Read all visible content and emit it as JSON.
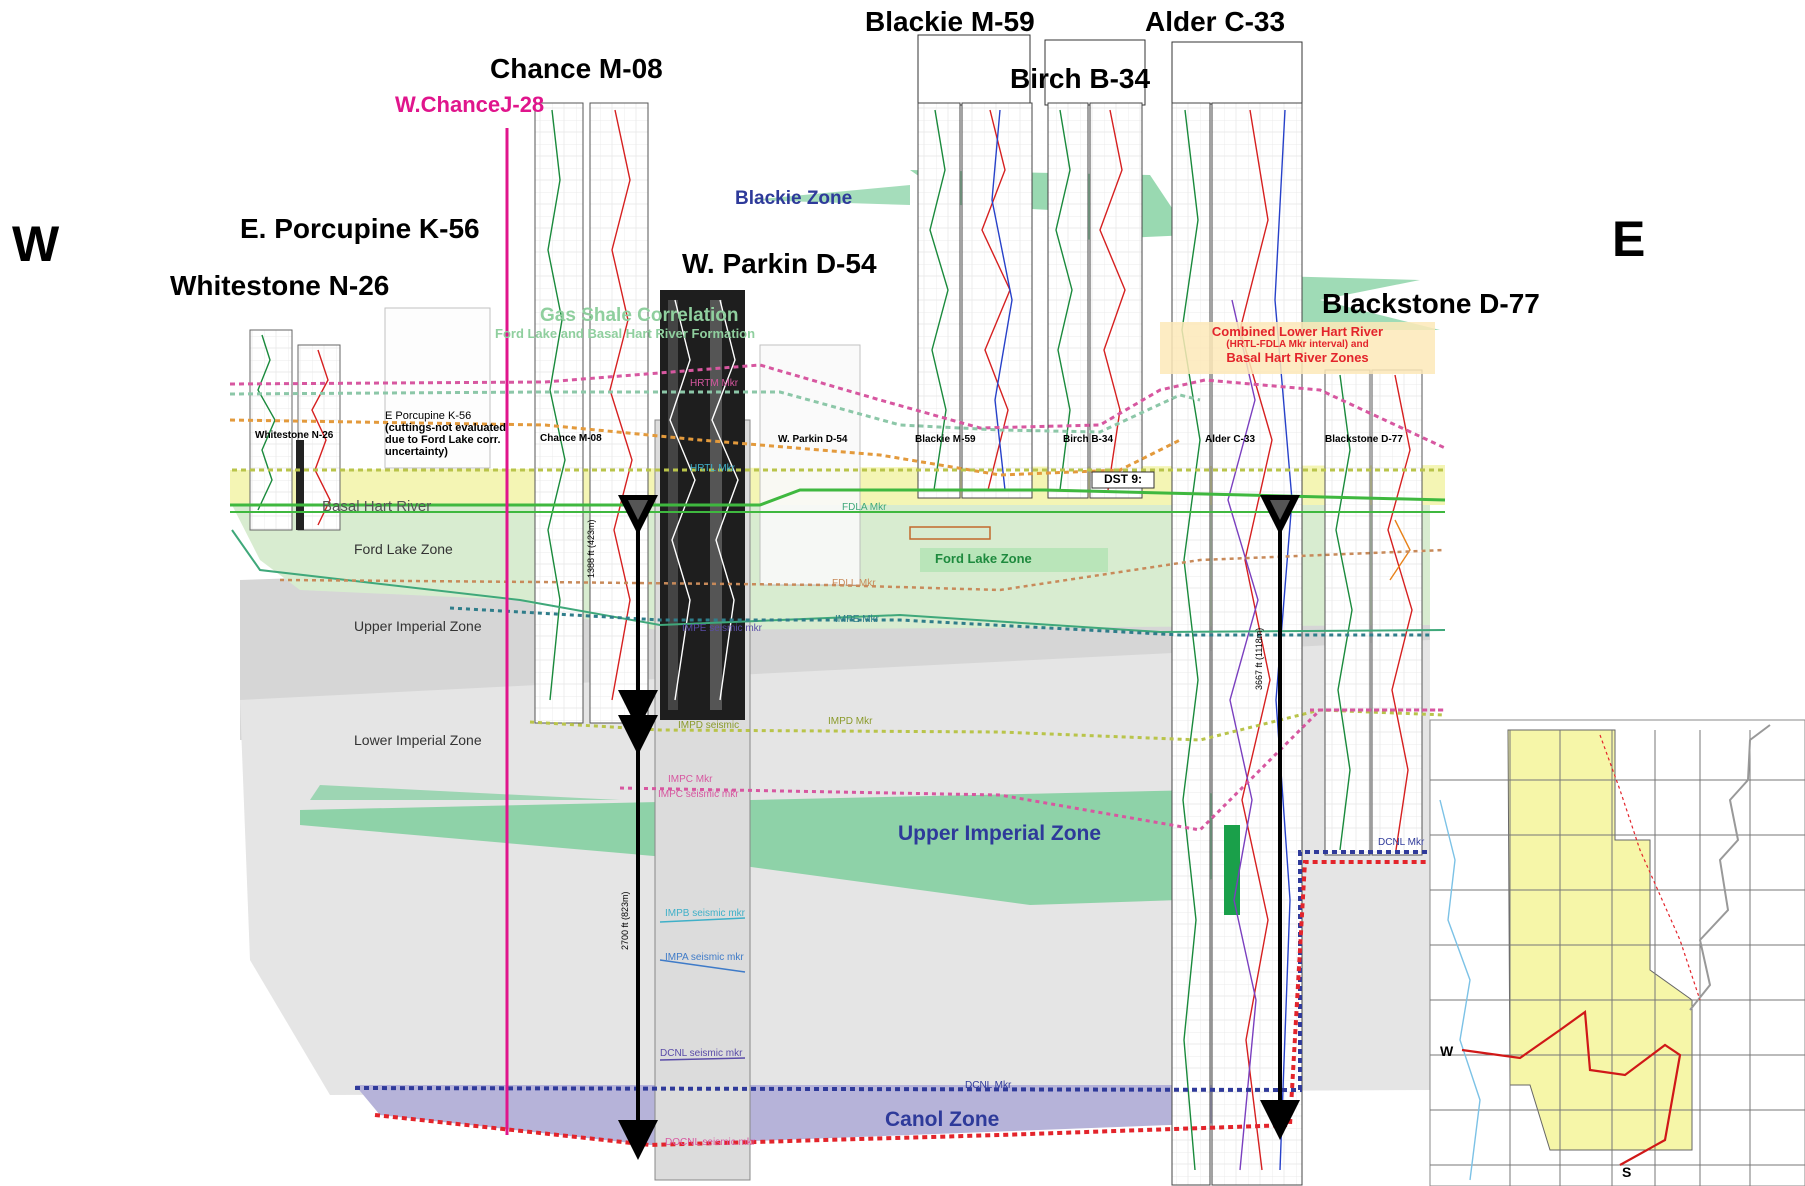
{
  "directions": {
    "west": "W",
    "east": "E"
  },
  "wells": {
    "whitestone": "Whitestone N-26",
    "porcupine": "E. Porcupine K-56",
    "wchance": "W.ChanceJ-28",
    "chance": "Chance M-08",
    "parkin": "W. Parkin D-54",
    "blackie": "Blackie M-59",
    "birch": "Birch B-34",
    "alder": "Alder C-33",
    "blackstone": "Blackstone D-77"
  },
  "log_labels": {
    "whitestone": "Whitestone N-26",
    "chance": "Chance M-08",
    "parkin": "W. Parkin D-54",
    "blackie": "Blackie M-59",
    "birch": "Birch B-34",
    "alder": "Alder C-33",
    "blackstone": "Blackstone D-77"
  },
  "notes": {
    "porcupine_title": "E Porcupine K-56",
    "porcupine_note": "(cuttings-not evaluated due to Ford Lake corr. uncertainty)",
    "gas_title": "Gas Shale Correlation",
    "gas_sub": "Ford Lake and Basal Hart River Formation",
    "combined_1": "Combined Lower Hart River",
    "combined_2": "(HRTL-FDLA Mkr interval) and",
    "combined_3": "Basal Hart River Zones",
    "dst": "DST 9:"
  },
  "zones": {
    "basal_hart": "Basal Hart River",
    "ford_lake": "Ford Lake Zone",
    "ford_lake_box": "Ford Lake Zone",
    "upper_imperial": "Upper Imperial Zone",
    "lower_imperial": "Lower Imperial  Zone",
    "blackie": "Blackie Zone",
    "upper_imperial_big": "Upper Imperial Zone",
    "canol": "Canol Zone"
  },
  "markers": {
    "hrtm": "HRTM Mkr",
    "hrtl": "HRTL Mkr",
    "fdla": "FDLA Mkr",
    "fdll": "FDLL Mkr",
    "impe": "IMPE Mkr",
    "impe_seismic": "IMPE seismic mkr",
    "impd": "IMPD Mkr",
    "impd_seismic": "IMPD seismic",
    "impc": "IMPC Mkr",
    "impc_seismic": "IMPC seismic mkr",
    "impb_seismic": "IMPB seismic mkr",
    "impa_seismic": "IMPA seismic mkr",
    "dcnl_seismic": "DCNL seismic mkr",
    "dcnl": "DCNL Mkr",
    "dcnl_right": "DCNL Mkr",
    "docnl_seismic": "DOCNL seismic mkr"
  },
  "thickness": {
    "upper": "1388 ft (423m)",
    "lower": "2700 ft (823m)",
    "alder": "3667 ft (1118m)"
  },
  "inset_map": {
    "w": "W",
    "s": "S"
  },
  "colors": {
    "zone_green": "#7fcf9e",
    "basal_yellow": "#f4f5b4",
    "canol_purple": "#b6b3d9",
    "wchance_magenta": "#e0158c",
    "zone_blue": "#2e3a9a",
    "combined_red": "#e3242b",
    "map_yellow": "#f6f6a8"
  }
}
